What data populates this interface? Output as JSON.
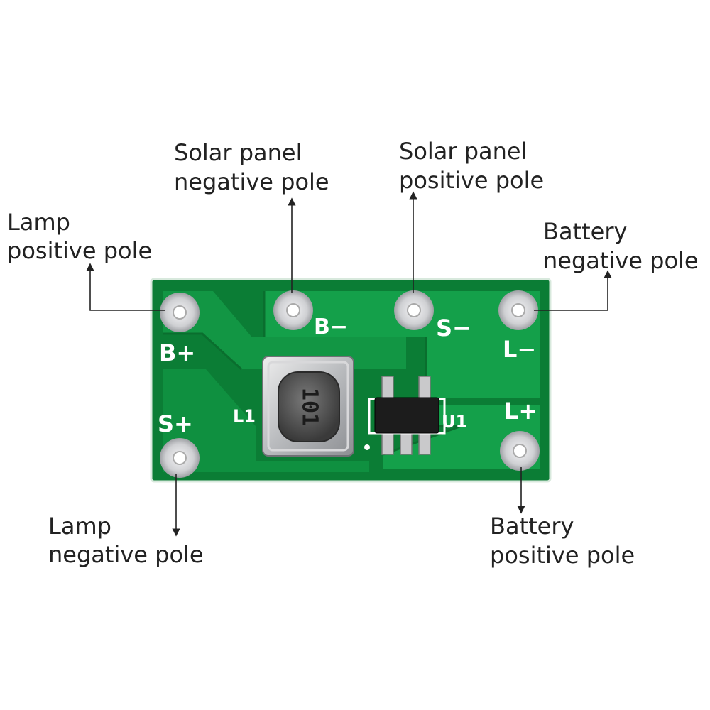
{
  "callouts": {
    "lamp_positive": [
      "Lamp",
      "positive pole"
    ],
    "solar_negative": [
      "Solar panel",
      "negative pole"
    ],
    "solar_positive": [
      "Solar panel",
      "positive pole"
    ],
    "battery_negative": [
      "Battery",
      "negative pole"
    ],
    "lamp_negative": [
      "Lamp",
      "negative pole"
    ],
    "battery_positive": [
      "Battery",
      "positive pole"
    ]
  },
  "board": {
    "silkscreen": {
      "b_minus": "B−",
      "s_minus": "S−",
      "l_minus": "L−",
      "b_plus": "B+",
      "s_plus": "S+",
      "l_plus": "L+",
      "l1": "L1",
      "u1": "U1"
    },
    "inductor_marking": "101",
    "colors": {
      "pcb": "#0c8a3a",
      "copper_pour": "#13a248",
      "pad": "#d9d9dc",
      "text": "#222222"
    }
  }
}
